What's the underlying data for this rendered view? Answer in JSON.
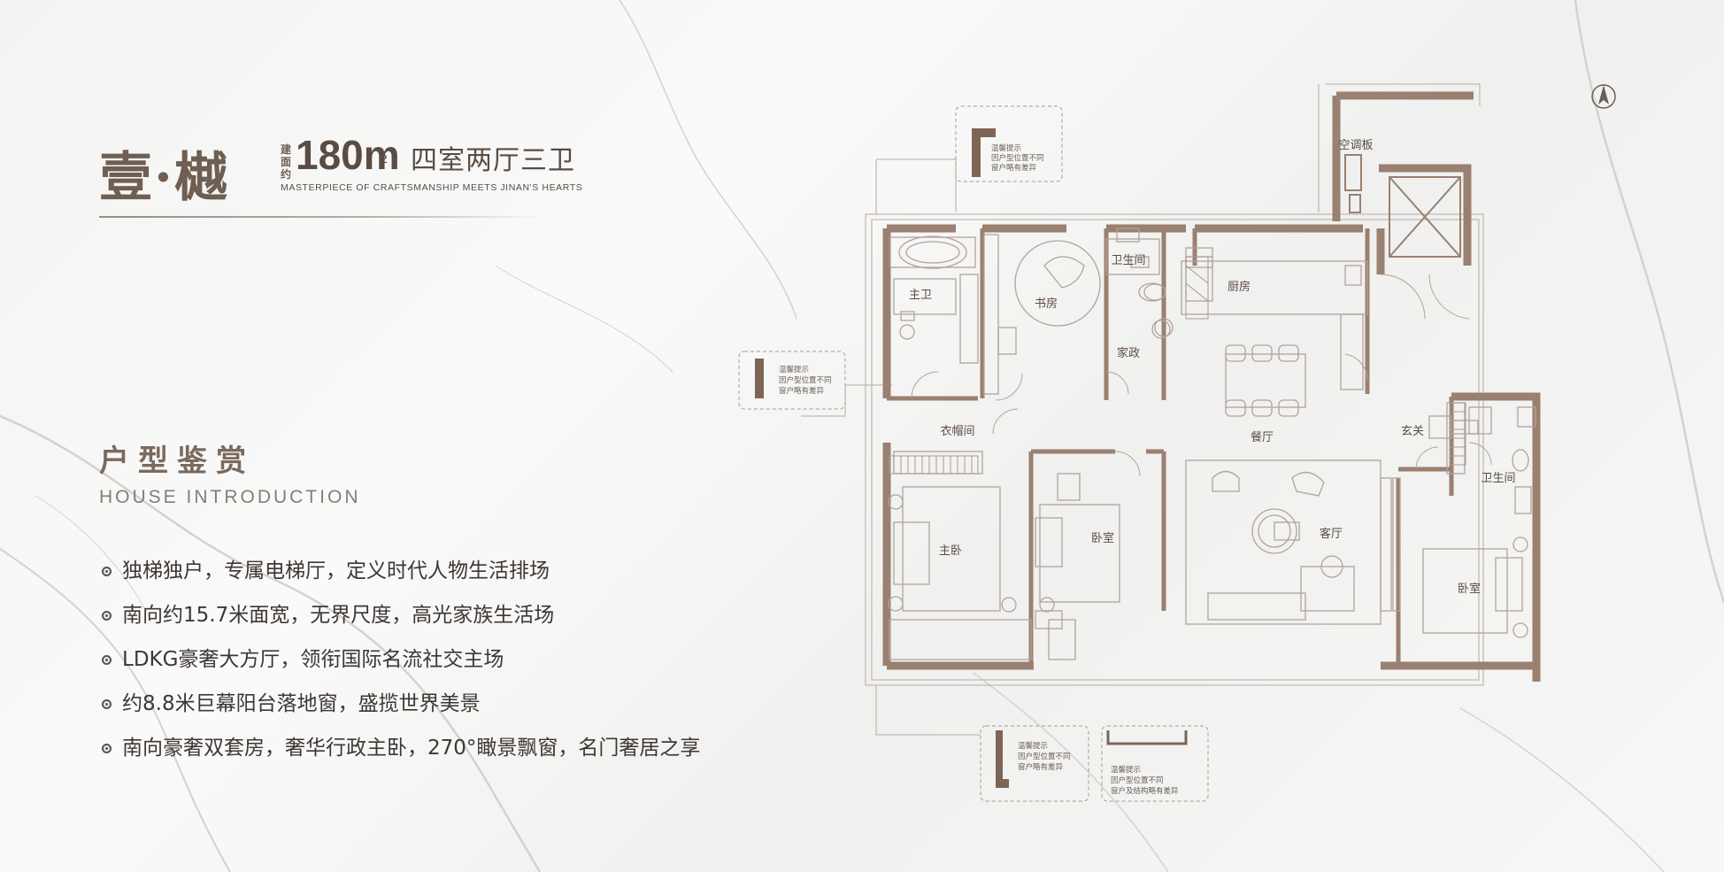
{
  "header": {
    "brand": "壹·樾",
    "area_prefix": "建面约",
    "area_value": "180m",
    "area_unit": "²",
    "layout": "四室两厅三卫",
    "slogan": "MASTERPIECE OF CRAFTSMANSHIP MEETS JINAN'S HEARTS"
  },
  "intro": {
    "title": "户型鉴赏",
    "subtitle": "HOUSE  INTRODUCTION"
  },
  "features": [
    "独梯独户，专属电梯厅，定义时代人物生活排场",
    "南向约15.7米面宽，无界尺度，高光家族生活场",
    "LDKG豪奢大方厅，领衔国际名流社交主场",
    "约8.8米巨幕阳台落地窗，盛揽世界美景",
    "南向豪奢双套房，奢华行政主卧，270°瞰景飘窗，名门奢居之享"
  ],
  "floorplan": {
    "compass": "N",
    "rooms": {
      "ac_board": "空调板",
      "master_bath": "主卫",
      "study": "书房",
      "bathroom_1": "卫生间",
      "kitchen": "厨房",
      "housekeeping": "家政",
      "cloakroom": "衣帽间",
      "dining": "餐厅",
      "foyer": "玄关",
      "bathroom_2": "卫生间",
      "master_bedroom": "主卧",
      "bedroom_1": "卧室",
      "living_room": "客厅",
      "bedroom_2": "卧室"
    },
    "notes": {
      "note_top": [
        "温馨提示",
        "因户型位置不同",
        "窗户略有差异"
      ],
      "note_left": [
        "温馨提示",
        "因户型位置不同",
        "窗户略有差异"
      ],
      "note_bottom_1": [
        "温馨提示",
        "因户型位置不同",
        "窗户略有差异"
      ],
      "note_bottom_2": [
        "温馨提示",
        "因户型位置不同",
        "窗户及结构略有差异"
      ]
    }
  },
  "colors": {
    "wall": "#9a8070",
    "wall_dark": "#7d6556",
    "text_brown": "#6f5f52",
    "line": "#b8aaa0"
  }
}
